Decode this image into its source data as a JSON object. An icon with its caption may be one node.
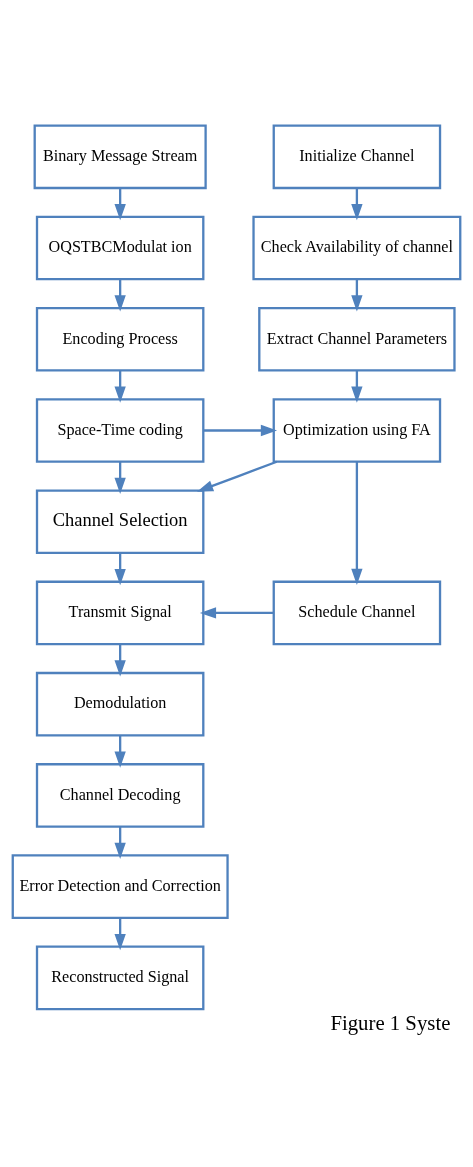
{
  "diagram": {
    "caption": "Figure 1 Syste",
    "nodes": [
      {
        "text": [
          "Binary Message Stream"
        ]
      },
      {
        "text": [
          "Initialize Channel"
        ]
      },
      {
        "text": [
          "OQSTBCModulat ion"
        ]
      },
      {
        "text": [
          "Check Availability of channel"
        ]
      },
      {
        "text": [
          "Encoding Process"
        ]
      },
      {
        "text": [
          "Extract Channel Parameters"
        ]
      },
      {
        "text": [
          "Space-Time coding"
        ]
      },
      {
        "text": [
          "Optimization using FA"
        ]
      },
      {
        "text": [
          "Channel Selection"
        ]
      },
      {
        "text": [
          "Transmit Signal"
        ]
      },
      {
        "text": [
          "Schedule Channel"
        ]
      },
      {
        "text": [
          "Demodulation"
        ]
      },
      {
        "text": [
          "Channel Decoding"
        ]
      },
      {
        "text": [
          "Error Detection and Correction"
        ]
      },
      {
        "text": [
          "Reconstructed Signal"
        ]
      }
    ],
    "edges": [
      {
        "from": 0,
        "to": 2,
        "arrow": "to"
      },
      {
        "from": 2,
        "to": 4,
        "arrow": "to"
      },
      {
        "from": 4,
        "to": 6,
        "arrow": "to"
      },
      {
        "from": 6,
        "to": 8,
        "arrow": "to"
      },
      {
        "from": 8,
        "to": 9,
        "arrow": "to"
      },
      {
        "from": 9,
        "to": 11,
        "arrow": "to"
      },
      {
        "from": 11,
        "to": 12,
        "arrow": "to"
      },
      {
        "from": 12,
        "to": 13,
        "arrow": "to"
      },
      {
        "from": 13,
        "to": 14,
        "arrow": "to"
      },
      {
        "from": 1,
        "to": 3,
        "arrow": "to"
      },
      {
        "from": 3,
        "to": 5,
        "arrow": "to"
      },
      {
        "from": 5,
        "to": 7,
        "arrow": "to"
      },
      {
        "from": 6,
        "to": 7,
        "arrow": "to"
      },
      {
        "from": 7,
        "to": 8,
        "arrow": "to"
      },
      {
        "from": 7,
        "to": 10,
        "arrow": "to"
      },
      {
        "from": 10,
        "to": 9,
        "arrow": "to"
      }
    ]
  }
}
